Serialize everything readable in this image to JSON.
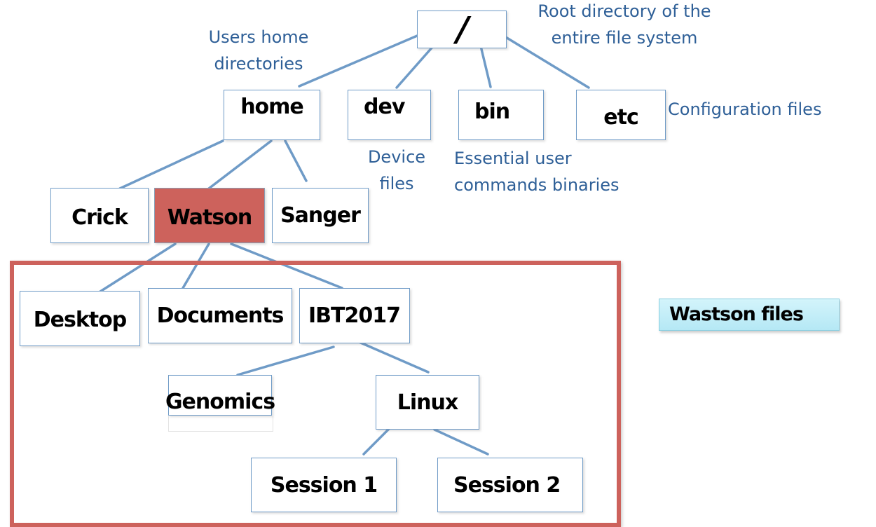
{
  "nodes": {
    "root": "/",
    "home": "home",
    "dev": "dev",
    "bin": "bin",
    "etc": "etc",
    "crick": "Crick",
    "watson": "Watson",
    "sanger": "Sanger",
    "desktop": "Desktop",
    "documents": "Documents",
    "ibt2017": "IBT2017",
    "genomics": "Genomics",
    "linux": "Linux",
    "session1": "Session 1",
    "session2": "Session 2"
  },
  "annotations": {
    "root_line1": "Root directory of the",
    "root_line2": "entire file system",
    "home_line1": "Users home",
    "home_line2": "directories",
    "dev_line1": "Device",
    "dev_line2": "files",
    "bin_line1": "Essential user",
    "bin_line2": "commands binaries",
    "etc": "Configuration files"
  },
  "legend": {
    "label": "Wastson files",
    "color": "#c6eef8"
  },
  "colors": {
    "connector": "#6f9bc7",
    "highlight": "#cd625c",
    "annotation_text": "#2e5f97"
  }
}
